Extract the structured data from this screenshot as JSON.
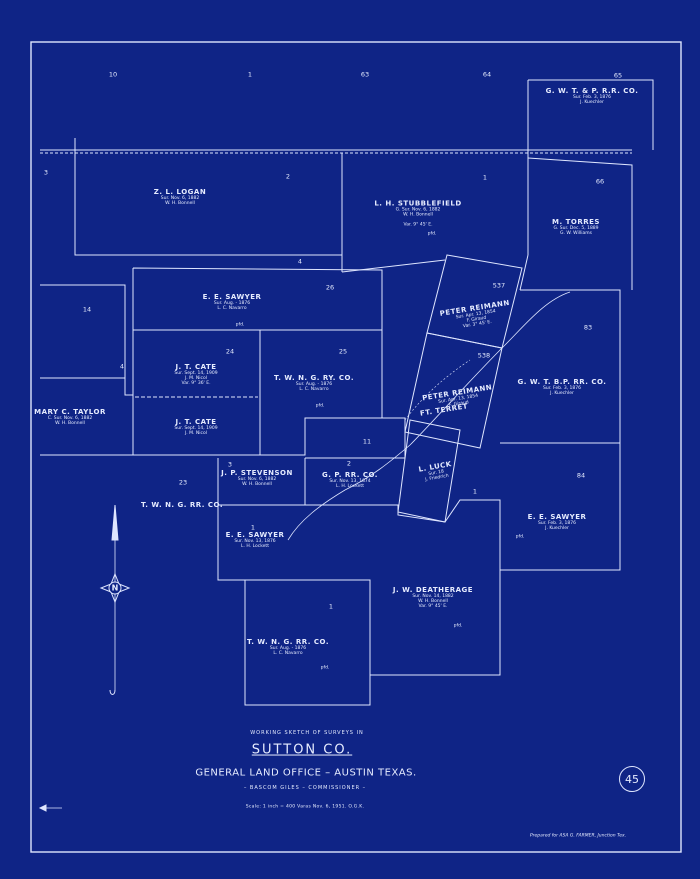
{
  "grid_numbers": [
    "10",
    "1",
    "63",
    "64",
    "65",
    "3",
    "2",
    "1",
    "66",
    "4",
    "26",
    "537",
    "14",
    "24",
    "25",
    "538",
    "83",
    "4",
    "11",
    "23",
    "3",
    "2",
    "1",
    "84",
    "1",
    "1"
  ],
  "tracts": [
    {
      "owner": "G. W. T. & P. R.R. CO.",
      "lines": [
        "Sur. Feb. 3, 1876",
        "J. Kuechler"
      ]
    },
    {
      "owner": "Z. L. LOGAN",
      "lines": [
        "Sur. Nov. 6, 1882",
        "W. H. Bonnell"
      ]
    },
    {
      "owner": "L. H. STUBBLEFIELD",
      "lines": [
        "G. Sur. Nov. 6, 1882",
        "W. H. Bonnell",
        "Var. 9° 45' E."
      ]
    },
    {
      "owner": "M. TORRES",
      "lines": [
        "G. Sur. Dec. 5, 1889",
        "G. W. Williams"
      ]
    },
    {
      "owner": "E. E. SAWYER",
      "lines": [
        "Sur. Aug. - 1876",
        "L. C. Navarro"
      ]
    },
    {
      "owner": "PETER REIMANN",
      "lines": [
        "Sur. Apr. 13, 1854",
        "F. Giraud",
        "Var. 3° 45' E."
      ]
    },
    {
      "owner": "J. T. CATE",
      "lines": [
        "Sur. Sept. 14, 1909",
        "J. M. Nicol",
        "Var. 9° 36' E."
      ]
    },
    {
      "owner": "T. W. N. G. RY. CO.",
      "lines": [
        "Sur. Aug. - 1876",
        "L. C. Navarro"
      ]
    },
    {
      "owner": "PETER REIMANN",
      "lines": [
        "Sur. Apr. 13, 1854",
        "F. Giraud"
      ]
    },
    {
      "owner": "G. W. T. B.P. RR. CO.",
      "lines": [
        "Sur. Feb. 3, 1876",
        "J. Kuechler"
      ]
    },
    {
      "owner": "MARY C. TAYLOR",
      "lines": [
        "C. Sur. Nov. 6, 1882",
        "W. H. Bonnell"
      ]
    },
    {
      "owner": "J. T. CATE",
      "lines": [
        "Sur. Sept. 14, 1909",
        "J. M. Nicol"
      ]
    },
    {
      "owner": "J. P. STEVENSON",
      "lines": [
        "Sur. Nov. 6, 1882",
        "W. H. Bonnell"
      ]
    },
    {
      "owner": "G. P. RR. CO.",
      "lines": [
        "Sur. Nov. 13, 1874",
        "L. H. Lockett"
      ]
    },
    {
      "owner": "L. LUCK",
      "lines": [
        "Sur. 18",
        "J. Friedrich"
      ]
    },
    {
      "owner": "T. W. N. G. RR. CO.",
      "lines": []
    },
    {
      "owner": "E. E. SAWYER",
      "lines": [
        "Sur. Nov. 13, 1876",
        "L. H. Lockett"
      ]
    },
    {
      "owner": "E. E. SAWYER",
      "lines": [
        "Sur. Feb. 3, 1876",
        "J. Kuechler"
      ]
    },
    {
      "owner": "J. W. DEATHERAGE",
      "lines": [
        "Sur. Nov. 14, 1882",
        "W. H. Bonnell",
        "Var. 9° 45' E."
      ]
    },
    {
      "owner": "T. W. N. G. RR. CO.",
      "lines": [
        "Sur. Aug. - 1876",
        "L. C. Navarro"
      ]
    }
  ],
  "ft_terret": "FT. TERRET",
  "pfd": "pfd.",
  "title": {
    "working_sketch": "WORKING SKETCH OF SURVEYS IN",
    "county": "SUTTON CO.",
    "office": "GENERAL LAND OFFICE – AUSTIN TEXAS.",
    "commissioner": "– BASCOM GILES – COMMISSIONER –",
    "scale_line": "Scale: 1 inch = 400 Varas   Nov. 6, 1951.  O.G.K.",
    "prepared": "Prepared for  ASA G. FARMER,  Junction Tex."
  },
  "stamp_number": "45",
  "compass_letter": "N",
  "colors": {
    "background": "#0f2486",
    "lines": "#dfe6ff"
  }
}
